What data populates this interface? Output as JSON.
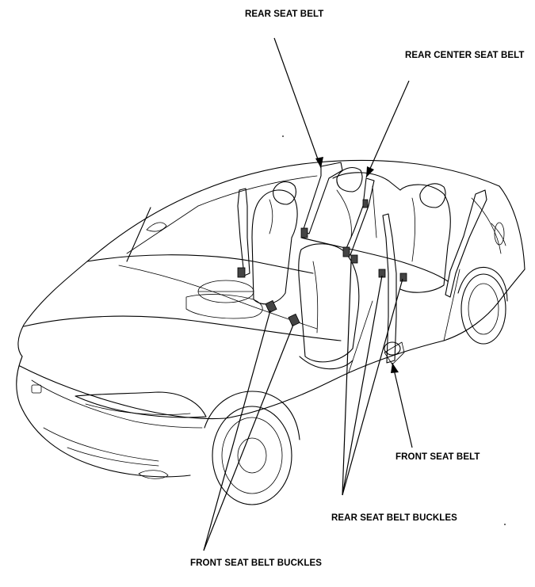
{
  "labels": {
    "rear_seat_belt": "REAR SEAT BELT",
    "rear_center_seat_belt": "REAR CENTER SEAT BELT",
    "front_seat_belt": "FRONT SEAT BELT",
    "rear_seat_belt_buckles": "REAR SEAT BELT BUCKLES",
    "front_seat_belt_buckles": "FRONT SEAT BELT BUCKLES"
  }
}
